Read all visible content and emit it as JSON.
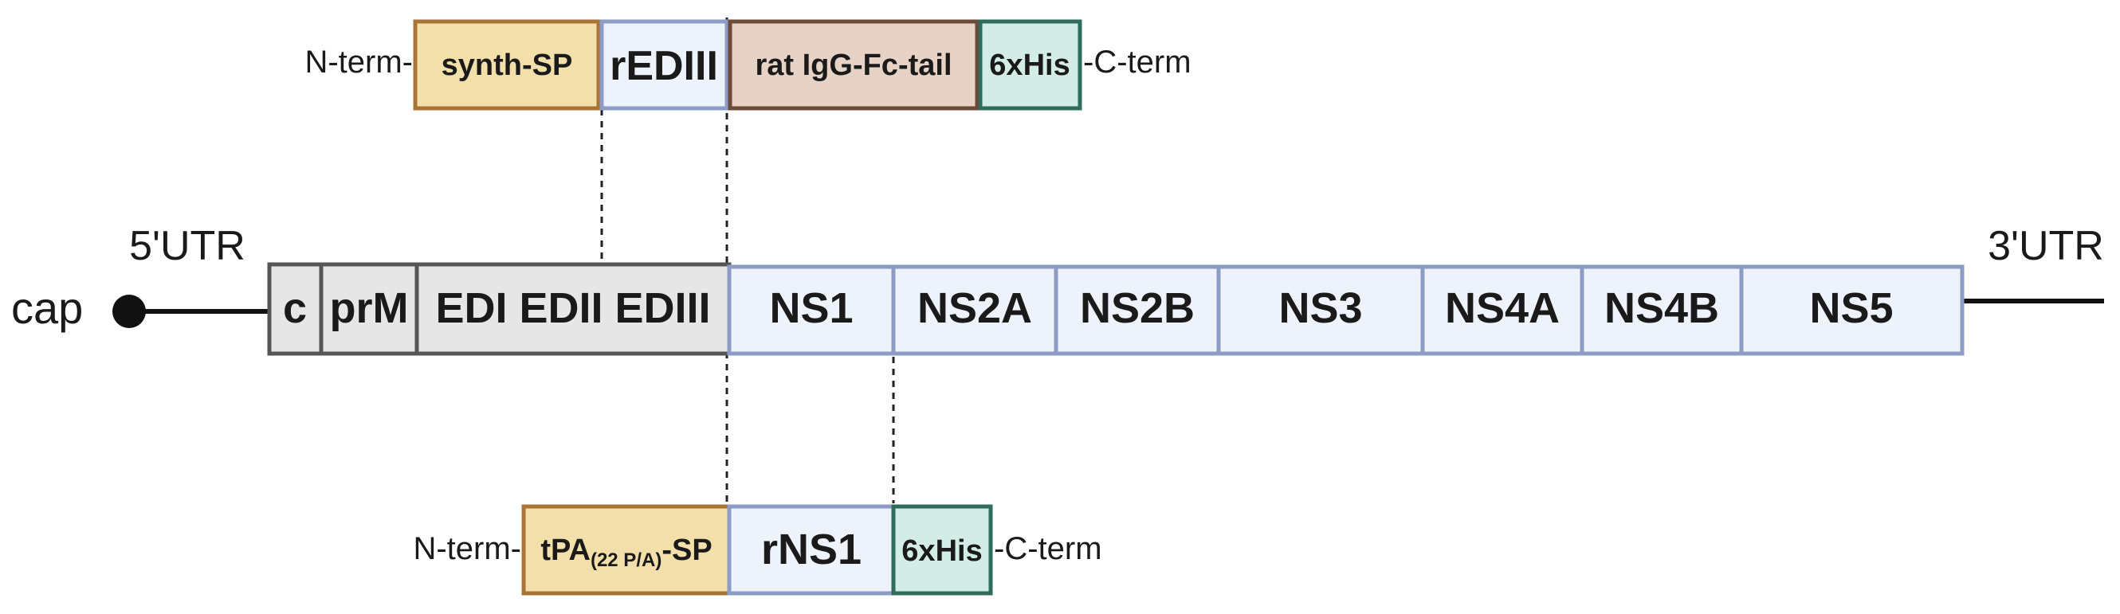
{
  "construct_top": {
    "n_term": "N-term-",
    "c_term": "-C-term",
    "segments": {
      "signal_peptide": "synth-SP",
      "domain": "rEDIII",
      "fc_tail": "rat IgG-Fc-tail",
      "his_tag": "6xHis"
    }
  },
  "genome": {
    "cap": "cap",
    "utr5": "5'UTR",
    "utr3": "3'UTR",
    "segments": {
      "c": "c",
      "prm": "prM",
      "edi_edii_ediii": "EDI EDII EDIII",
      "ns1": "NS1",
      "ns2a": "NS2A",
      "ns2b": "NS2B",
      "ns3": "NS3",
      "ns4a": "NS4A",
      "ns4b": "NS4B",
      "ns5": "NS5"
    }
  },
  "construct_bottom": {
    "n_term": "N-term-",
    "c_term": "-C-term",
    "segments": {
      "signal_peptide_main": "tPA",
      "signal_peptide_sub": "(22 P/A)",
      "signal_peptide_suffix": "-SP",
      "domain": "rNS1",
      "his_tag": "6xHis"
    }
  },
  "colors": {
    "structural_fill": "#e6e6e6",
    "structural_stroke": "#555555",
    "nonstructural_fill": "#eef2fa",
    "nonstructural_stroke": "#8c9cc4",
    "signal_fill": "#f3dfa9",
    "signal_stroke": "#a87434",
    "fc_fill": "#e6d3c6",
    "fc_stroke": "#6e4a3b",
    "his_fill": "#d3ece6",
    "his_stroke": "#2f6c5c"
  }
}
